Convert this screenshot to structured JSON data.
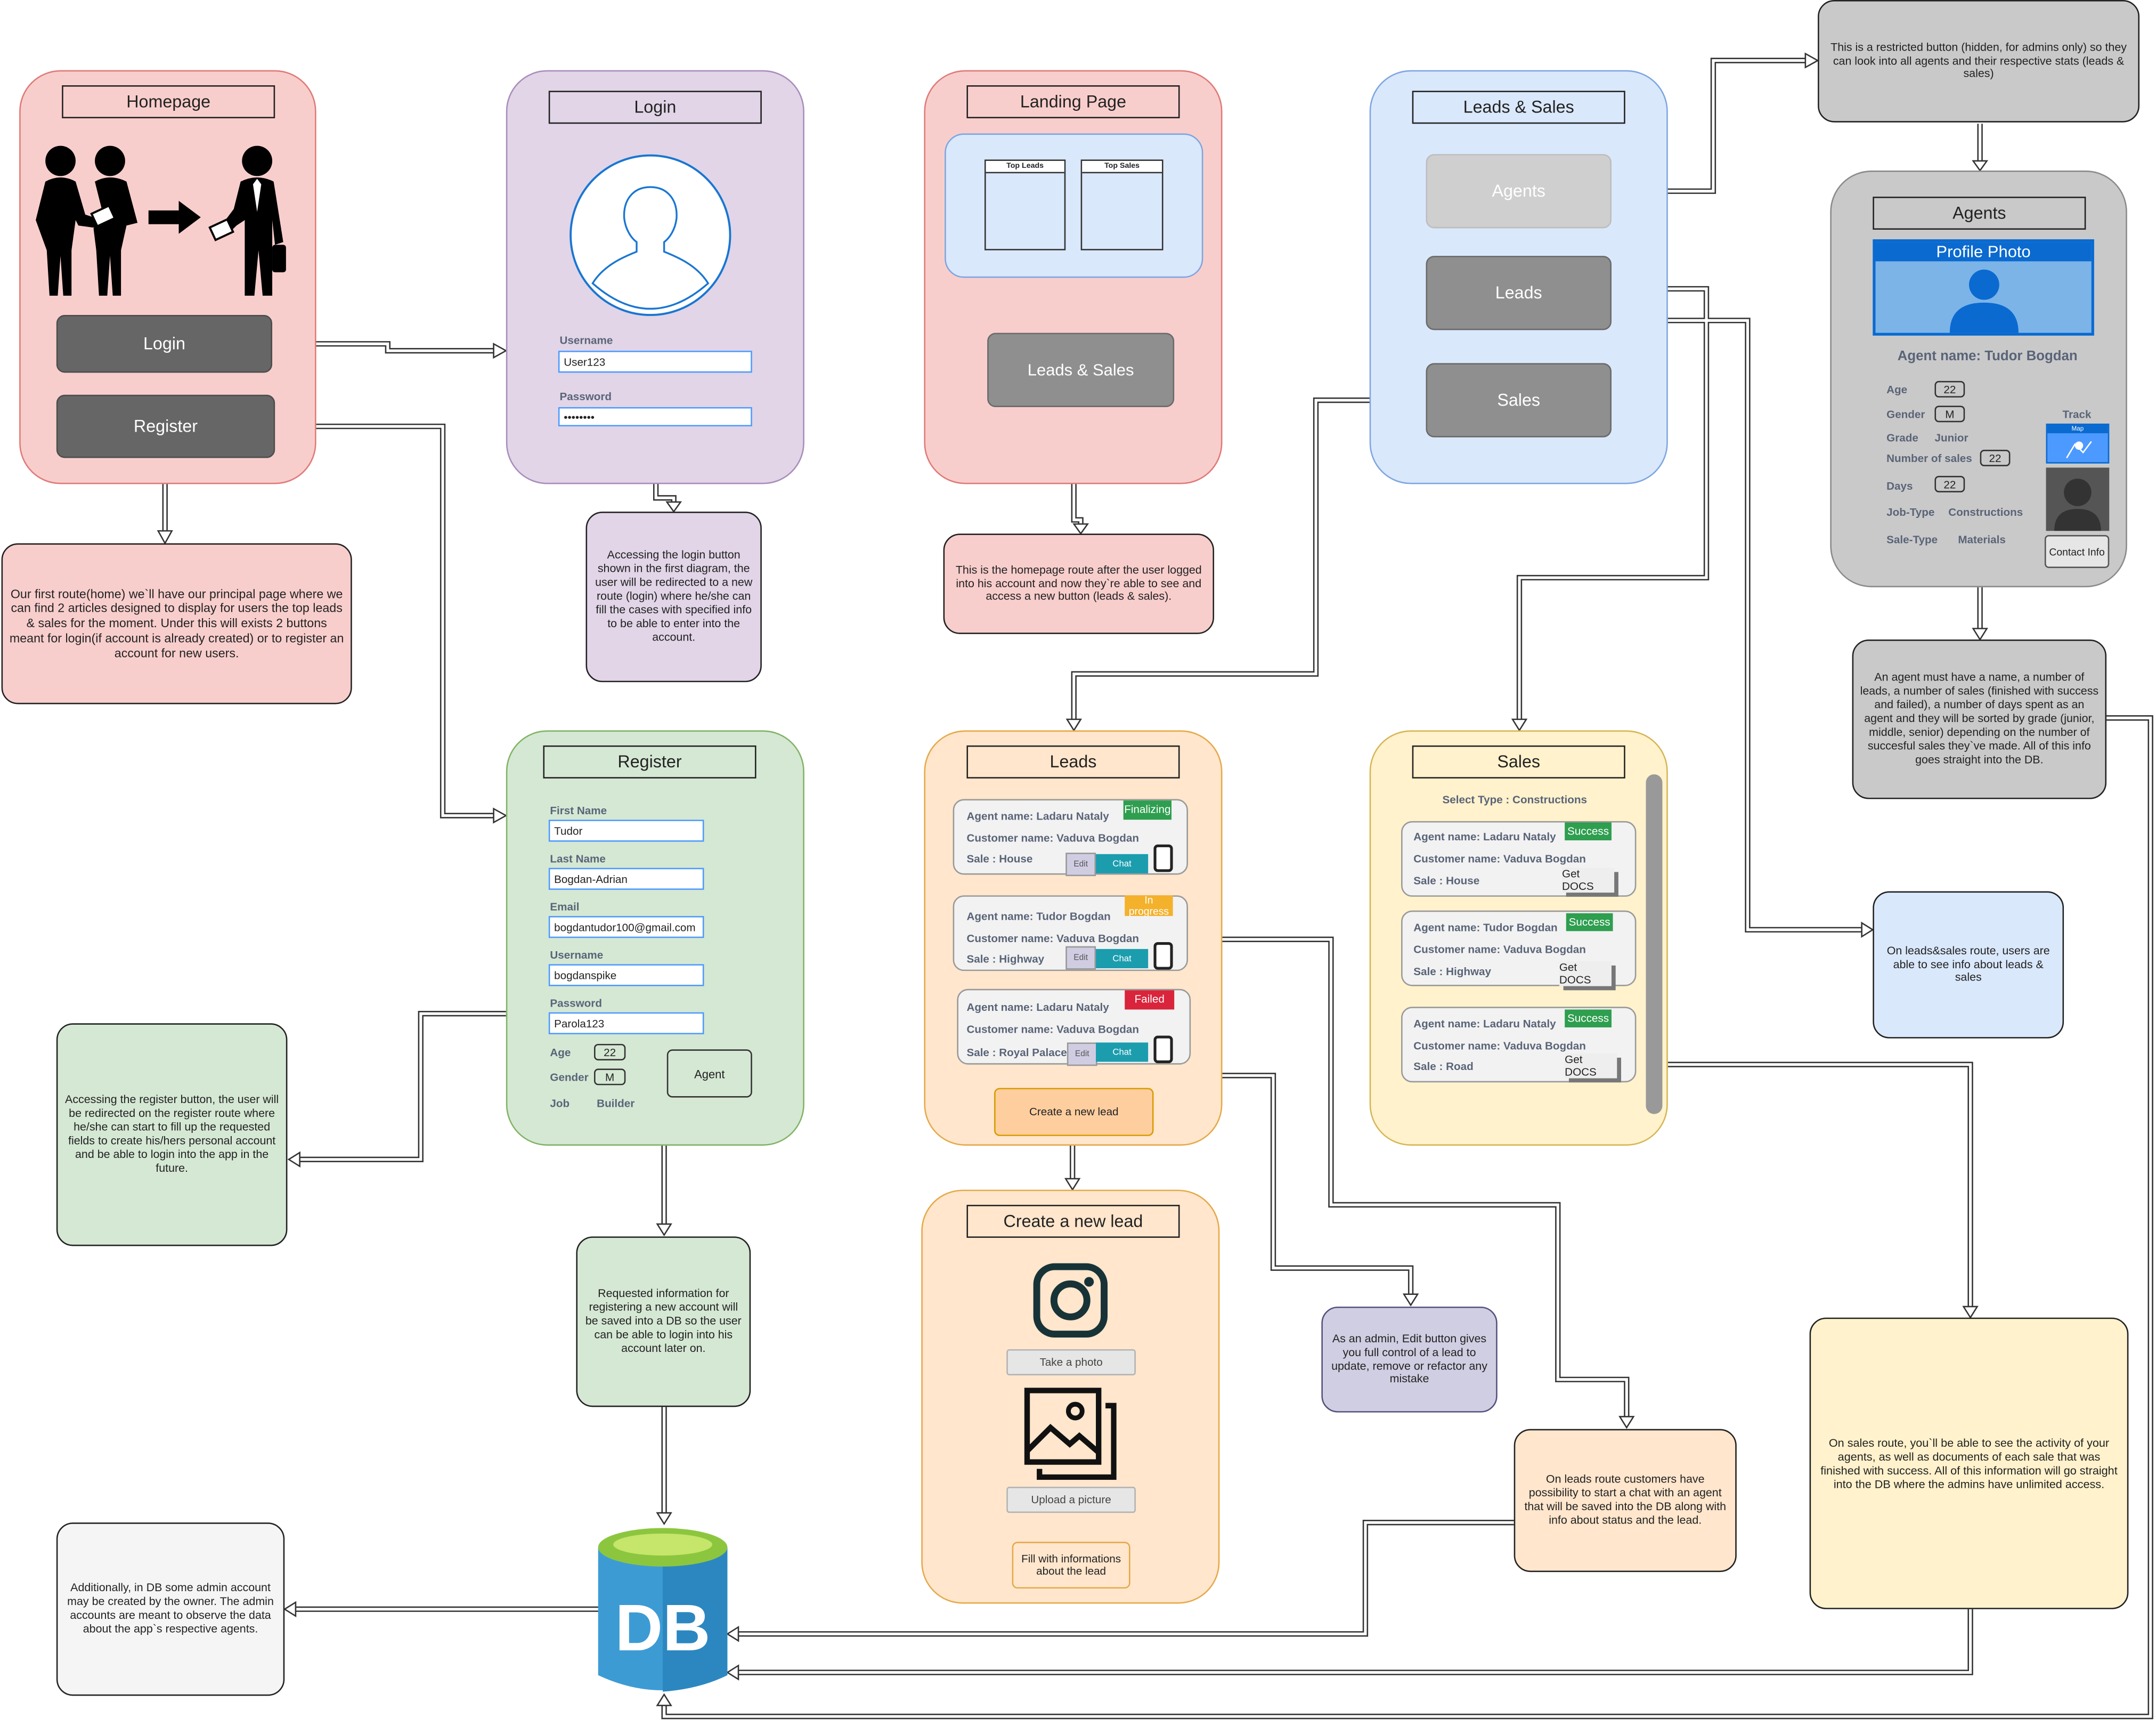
{
  "homepage": {
    "title": "Homepage",
    "login_label": "Login",
    "register_label": "Register",
    "note": "Our first route(home) we`ll have our principal page where we can find 2 articles designed to display for users the top leads & sales for the moment. Under this will exists 2 buttons meant for login(if account is already created) or to register an account for new users."
  },
  "login": {
    "title": "Login",
    "username_label": "Username",
    "username_value": "User123",
    "password_label": "Password",
    "password_value": "••••••••",
    "note": "Accessing the login button shown in the first diagram, the user will be redirected to a new route (login) where he/she can fill the cases with specified info to be able to enter into the account."
  },
  "landing": {
    "title": "Landing Page",
    "top_leads": "Top Leads",
    "top_sales": "Top Sales",
    "button_label": "Leads & Sales",
    "note": "This is the homepage route after the user logged into his account and now they`re able to see and access a new button (leads & sales)."
  },
  "leads_sales": {
    "title": "Leads & Sales",
    "agents_label": "Agents",
    "leads_label": "Leads",
    "sales_label": "Sales",
    "note": "On leads&sales route, users are able to see info about leads & sales"
  },
  "restricted_note": "This is a restricted button (hidden, for admins only) so they can look into all agents and their respective stats (leads & sales)",
  "agents": {
    "title": "Agents",
    "profile_photo": "Profile Photo",
    "agent_name": "Agent name: Tudor Bogdan",
    "fields": [
      {
        "label": "Age",
        "value": "22"
      },
      {
        "label": "Gender",
        "value": "M"
      },
      {
        "label": "Grade",
        "value": "Junior"
      },
      {
        "label": "Number of sales",
        "value": "22"
      },
      {
        "label": "Days",
        "value": "22"
      },
      {
        "label": "Job-Type",
        "value": "Constructions"
      },
      {
        "label": "Sale-Type",
        "value": "Materials"
      }
    ],
    "track_label": "Track",
    "map_label": "Map",
    "contact_label": "Contact Info",
    "note": "An agent must have a name, a number of leads, a number of sales (finished with success and failed), a number of days spent as an agent and they will be sorted by grade (junior, middle, senior) depending on the number of succesful sales they`ve made. All of this info goes straight into the DB."
  },
  "register": {
    "title": "Register",
    "fields": [
      {
        "label": "First Name",
        "value": "Tudor"
      },
      {
        "label": "Last Name",
        "value": "Bogdan-Adrian"
      },
      {
        "label": "Email",
        "value": "bogdantudor100@gmail.com"
      },
      {
        "label": "Username",
        "value": "bogdanspike"
      },
      {
        "label": "Password",
        "value": "Parola123"
      }
    ],
    "age_label": "Age",
    "age_value": "22",
    "gender_label": "Gender",
    "gender_value": "M",
    "job_label": "Job",
    "job_value": "Builder",
    "agent_button": "Agent",
    "note_left": "Accessing the register button, the user will be redirected on the register route where he/she can start to fill up the requested fields to create his/hers personal account and be able to login into the app in the future.",
    "note_below": "Requested information for registering a new account will be saved into a DB so the user can be able to login into his account later on."
  },
  "leads": {
    "title": "Leads",
    "cards": [
      {
        "agent": "Agent name: Ladaru Nataly",
        "customer": "Customer name: Vaduva Bogdan",
        "sale": "Sale : House",
        "status": "Finalizing",
        "status_color": "#2e9e4f"
      },
      {
        "agent": "Agent name: Tudor Bogdan",
        "customer": "Customer name: Vaduva Bogdan",
        "sale": "Sale : Highway",
        "status": "In progress",
        "status_color": "#f4b12b"
      },
      {
        "agent": "Agent name: Ladaru Nataly",
        "customer": "Customer name: Vaduva Bogdan",
        "sale": "Sale : Royal Palace",
        "status": "Failed",
        "status_color": "#d9243b"
      }
    ],
    "edit_label": "Edit",
    "chat_label": "Chat",
    "create_button": "Create a new lead"
  },
  "sales": {
    "title": "Sales",
    "select_type": "Select Type : Constructions",
    "cards": [
      {
        "agent": "Agent name: Ladaru Nataly",
        "customer": "Customer name: Vaduva Bogdan",
        "sale": "Sale : House",
        "status": "Success"
      },
      {
        "agent": "Agent name: Tudor Bogdan",
        "customer": "Customer name: Vaduva Bogdan",
        "sale": "Sale : Highway",
        "status": "Success"
      },
      {
        "agent": "Agent name: Ladaru Nataly",
        "customer": "Customer name: Vaduva Bogdan",
        "sale": "Sale : Road",
        "status": "Success"
      }
    ],
    "docs_label": "Get DOCS",
    "note": "On sales route, you`ll be able to see the activity of your agents, as well as documents of each sale that was finished with success. All of this information will go straight into the DB where the admins have unlimited access."
  },
  "create_lead": {
    "title": "Create a new lead",
    "photo_button": "Take a photo",
    "upload_button": "Upload a picture",
    "fill_button": "Fill with informations about the lead"
  },
  "edit_note": "As an admin, Edit button gives you full control of a lead to update, remove or refactor any mistake",
  "chat_note": "On leads route customers have possibility to start a chat with an agent that will be saved into the DB along with info about status and the lead.",
  "db": {
    "label": "DB",
    "note": "Additionally, in DB some admin account may be created by the owner. The admin accounts are meant to observe the data about the app`s respective agents."
  },
  "colors": {
    "pink": "#f8cecc",
    "purple": "#e1d5e7",
    "blue": "#dae8fc",
    "green": "#d5e8d4",
    "orange": "#ffe6cc",
    "yellow": "#fff2cc",
    "grey": "#c9c9c9",
    "db_blue": "#3d9bd4",
    "db_top": "#8cc63f"
  }
}
